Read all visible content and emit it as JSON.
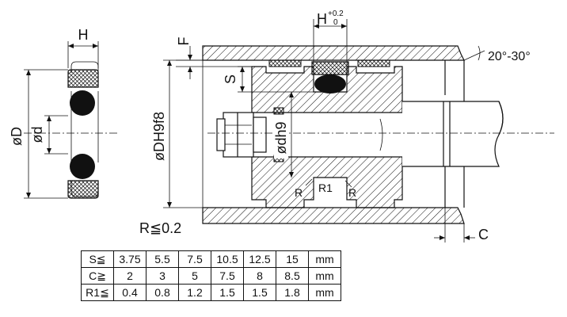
{
  "labels": {
    "H_left": "H",
    "OD": "øD",
    "Od": "ød",
    "F": "F",
    "H_top": "H",
    "tol_plus": "+0.2",
    "tol_zero": "0",
    "S": "S",
    "angle": "20°-30°",
    "bore": "øDH9f8",
    "rod": "ødh9",
    "R_left": "R",
    "R1": "R1",
    "R_right": "R",
    "R_note": "R≦0.2",
    "C": "C"
  },
  "table": {
    "rows": [
      {
        "head": "S≦",
        "values": [
          "3.75",
          "5.5",
          "7.5",
          "10.5",
          "12.5",
          "15"
        ],
        "unit": "mm"
      },
      {
        "head": "C≧",
        "values": [
          "2",
          "3",
          "5",
          "7.5",
          "8",
          "8.5"
        ],
        "unit": "mm"
      },
      {
        "head": "R1≦",
        "values": [
          "0.4",
          "0.8",
          "1.2",
          "1.5",
          "1.5",
          "1.8"
        ],
        "unit": "mm"
      }
    ]
  }
}
